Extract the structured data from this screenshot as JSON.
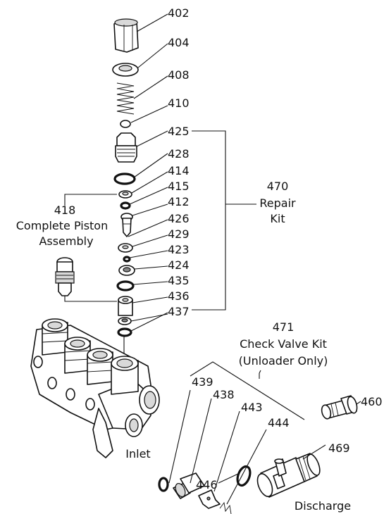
{
  "callouts": {
    "p402": "402",
    "p404": "404",
    "p408": "408",
    "p410": "410",
    "p425": "425",
    "p428": "428",
    "p414": "414",
    "p415": "415",
    "p412": "412",
    "p426": "426",
    "p429": "429",
    "p423": "423",
    "p424": "424",
    "p435": "435",
    "p436": "436",
    "p437": "437",
    "p439": "439",
    "p438": "438",
    "p443": "443",
    "p444": "444",
    "p446": "446",
    "p460": "460",
    "p469": "469"
  },
  "repair_kit": {
    "number": "470",
    "line1": "Repair",
    "line2": "Kit"
  },
  "piston_assembly": {
    "number": "418",
    "line1": "Complete Piston",
    "line2": "Assembly"
  },
  "check_valve_kit": {
    "number": "471",
    "line1": "Check Valve Kit",
    "line2": "(Unloader Only)"
  },
  "labels": {
    "inlet": "Inlet",
    "discharge": "Discharge"
  }
}
